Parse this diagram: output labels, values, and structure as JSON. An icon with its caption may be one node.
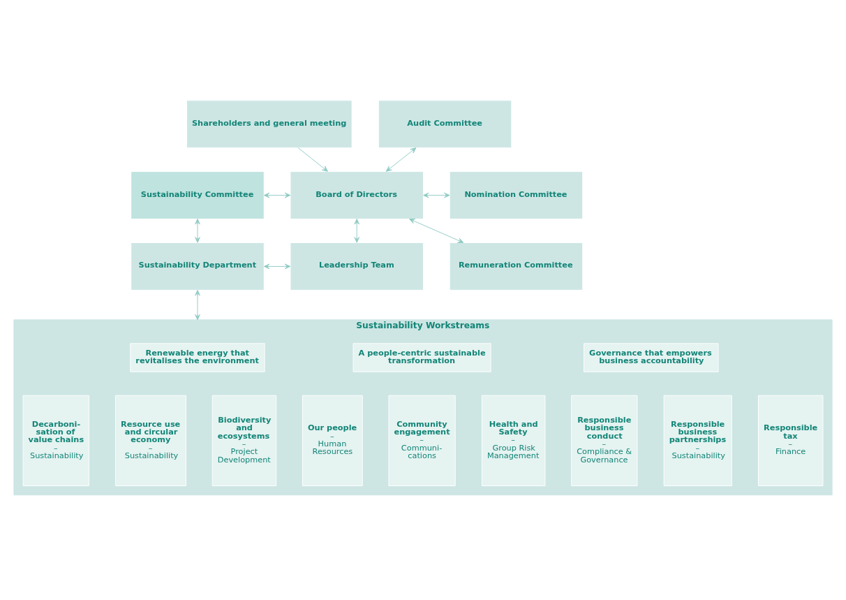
{
  "diagram": {
    "nodes": [
      {
        "text": [
          "Shareholders and general meeting"
        ]
      },
      {
        "text": [
          "Sustainability Committee"
        ]
      },
      {
        "text": [
          "Board of Directors"
        ]
      },
      {
        "text": [
          "Audit Committee"
        ]
      },
      {
        "text": [
          "Nomination Committee"
        ]
      },
      {
        "text": [
          "Remuneration Committee"
        ]
      },
      {
        "text": [
          "Sustainability Department"
        ]
      },
      {
        "text": [
          "Leadership Team"
        ]
      },
      {
        "text": [
          "Sustainability Workstreams"
        ]
      },
      {
        "text": [
          "Renewable energy that revitalises the environment"
        ],
        "in": 8
      },
      {
        "text": [
          "Decarboni- sation of value chains",
          "–",
          "Sustainability"
        ],
        "in": 8
      },
      {
        "text": [
          "Resource use and circular economy",
          "–",
          "Sustainability"
        ],
        "in": 8
      },
      {
        "text": [
          "Biodiversity and ecosystems",
          "–",
          "Project Development"
        ],
        "in": 8
      },
      {
        "text": [
          "A people-centric sustainable transformation"
        ],
        "in": 8
      },
      {
        "text": [
          "Our people",
          "–",
          "Human Resources"
        ],
        "in": 8
      },
      {
        "text": [
          "Community engagement",
          "–",
          "Communi- cations"
        ],
        "in": 8
      },
      {
        "text": [
          "Health and Safety",
          "–",
          "Group Risk Management"
        ],
        "in": 8
      },
      {
        "text": [
          "Governance that empowers business accountability"
        ],
        "in": 8
      },
      {
        "text": [
          "Responsible business conduct",
          "–",
          "Compliance & Governance"
        ],
        "in": 8
      },
      {
        "text": [
          "Responsible business partnerships",
          "–",
          "Sustainability"
        ],
        "in": 8
      },
      {
        "text": [
          "Responsible tax",
          "–",
          "Finance"
        ],
        "in": 8
      }
    ],
    "edges": [
      {
        "from": 0,
        "to": 2,
        "arrow": "to"
      },
      {
        "from": 1,
        "to": 2,
        "arrow": "both"
      },
      {
        "from": 2,
        "to": 3,
        "arrow": "both"
      },
      {
        "from": 2,
        "to": 4,
        "arrow": "both"
      },
      {
        "from": 2,
        "to": 5,
        "arrow": "both"
      },
      {
        "from": 1,
        "to": 6,
        "arrow": "both"
      },
      {
        "from": 2,
        "to": 7,
        "arrow": "both"
      },
      {
        "from": 6,
        "to": 7,
        "arrow": "both"
      },
      {
        "from": 6,
        "to": 8,
        "arrow": "both"
      }
    ]
  }
}
